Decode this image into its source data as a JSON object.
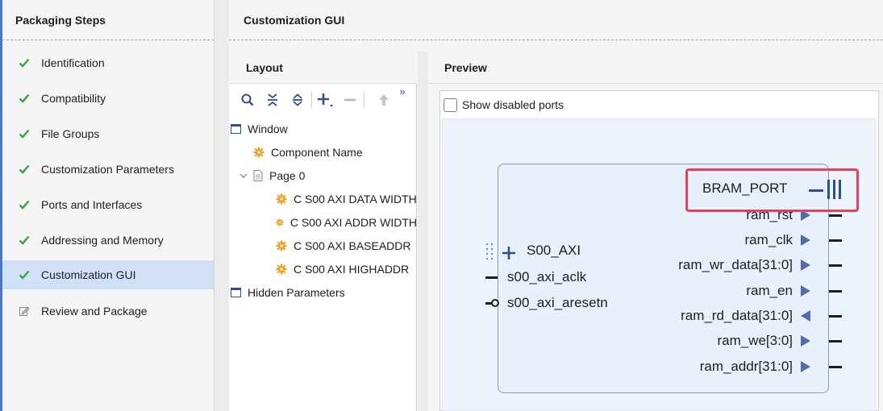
{
  "steps_panel": {
    "title": "Packaging Steps",
    "items": [
      {
        "label": "Identification",
        "icon": "check-icon",
        "selected": false
      },
      {
        "label": "Compatibility",
        "icon": "check-icon",
        "selected": false
      },
      {
        "label": "File Groups",
        "icon": "check-icon",
        "selected": false
      },
      {
        "label": "Customization Parameters",
        "icon": "check-icon",
        "selected": false
      },
      {
        "label": "Ports and Interfaces",
        "icon": "check-icon",
        "selected": false
      },
      {
        "label": "Addressing and Memory",
        "icon": "check-icon",
        "selected": false
      },
      {
        "label": "Customization GUI",
        "icon": "check-icon",
        "selected": true
      },
      {
        "label": "Review and Package",
        "icon": "edit-icon",
        "selected": false
      }
    ]
  },
  "main": {
    "title": "Customization GUI"
  },
  "layout_panel": {
    "title": "Layout",
    "toolbar": {
      "search": "search-icon",
      "collapse_all": "collapse-all-icon",
      "expand_all": "expand-all-icon",
      "add": "add-icon",
      "remove": "remove-icon",
      "move_up": "arrow-up-icon",
      "more": "»"
    },
    "tree": {
      "window": "Window",
      "component_name": "Component Name",
      "page0": "Page 0",
      "params": [
        "C S00 AXI DATA WIDTH",
        "C S00 AXI ADDR WIDTH",
        "C S00 AXI BASEADDR",
        "C S00 AXI HIGHADDR"
      ],
      "hidden": "Hidden Parameters"
    }
  },
  "preview_panel": {
    "title": "Preview",
    "show_disabled_ports_label": "Show disabled ports",
    "show_disabled_ports_checked": false,
    "ip_block": {
      "left_interface": "S00_AXI",
      "left_ports": [
        "s00_axi_aclk",
        "s00_axi_aresetn"
      ],
      "right_interface": "BRAM_PORT",
      "right_ports": [
        {
          "name": "ram_rst",
          "dir": "out"
        },
        {
          "name": "ram_clk",
          "dir": "out"
        },
        {
          "name": "ram_wr_data[31:0]",
          "dir": "out"
        },
        {
          "name": "ram_en",
          "dir": "out"
        },
        {
          "name": "ram_rd_data[31:0]",
          "dir": "in"
        },
        {
          "name": "ram_we[3:0]",
          "dir": "out"
        },
        {
          "name": "ram_addr[31:0]",
          "dir": "out"
        }
      ]
    }
  },
  "colors": {
    "accent": "#4a78c2",
    "selected_bg": "#cfe0f7",
    "check_green": "#3aa14a",
    "highlight": "#e8405a",
    "block_fill": "#e8f1fb",
    "port_arrow": "#4d6ea8",
    "gear": "#f0a020"
  }
}
